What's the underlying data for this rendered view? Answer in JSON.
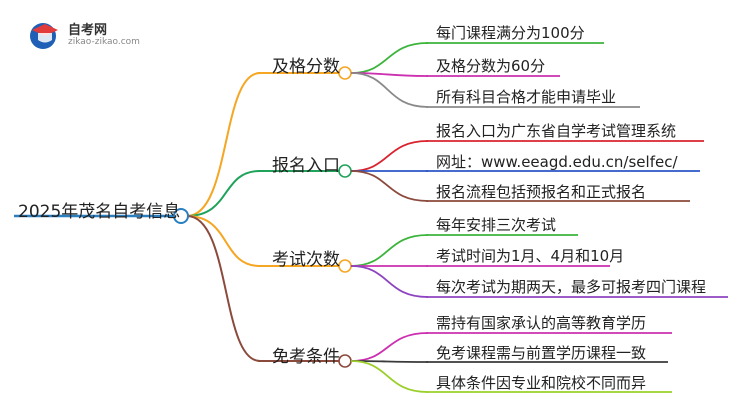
{
  "logo": {
    "title": "自考网",
    "url": "zikao-zikao.com"
  },
  "root": {
    "label": "2025年茂名自考信息"
  },
  "branches": [
    {
      "label": "及格分数",
      "color": "#f5a623",
      "leaves": [
        {
          "label": "每门课程满分为100分",
          "color": "#3cb43c"
        },
        {
          "label": "及格分数为60分",
          "color": "#cc2fb0"
        },
        {
          "label": "所有科目合格才能申请毕业",
          "color": "#8a8a8a"
        }
      ]
    },
    {
      "label": "报名入口",
      "color": "#1fa35a",
      "leaves": [
        {
          "label": "报名入口为广东省自学考试管理系统",
          "color": "#d9242f"
        },
        {
          "label": "网址：www.eeagd.edu.cn/selfec/",
          "color": "#2a56c6"
        },
        {
          "label": "报名流程包括预报名和正式报名",
          "color": "#8b4a3c"
        }
      ]
    },
    {
      "label": "考试次数",
      "color": "#f5a623",
      "leaves": [
        {
          "label": "每年安排三次考试",
          "color": "#3cb43c"
        },
        {
          "label": "考试时间为1月、4月和10月",
          "color": "#cc2fb0"
        },
        {
          "label": "每次考试为期两天，最多可报考四门课程",
          "color": "#8e44c0"
        }
      ]
    },
    {
      "label": "免考条件",
      "color": "#8b4a3c",
      "leaves": [
        {
          "label": "需持有国家承认的高等教育学历",
          "color": "#cc2fb0"
        },
        {
          "label": "免考课程需与前置学历课程一致",
          "color": "#3a3a3a"
        },
        {
          "label": "具体条件因专业和院校不同而异",
          "color": "#9bcf2a"
        }
      ]
    }
  ],
  "colors": {
    "root_line": "#2a7fc1",
    "root_node_fill": "#ffffff"
  }
}
